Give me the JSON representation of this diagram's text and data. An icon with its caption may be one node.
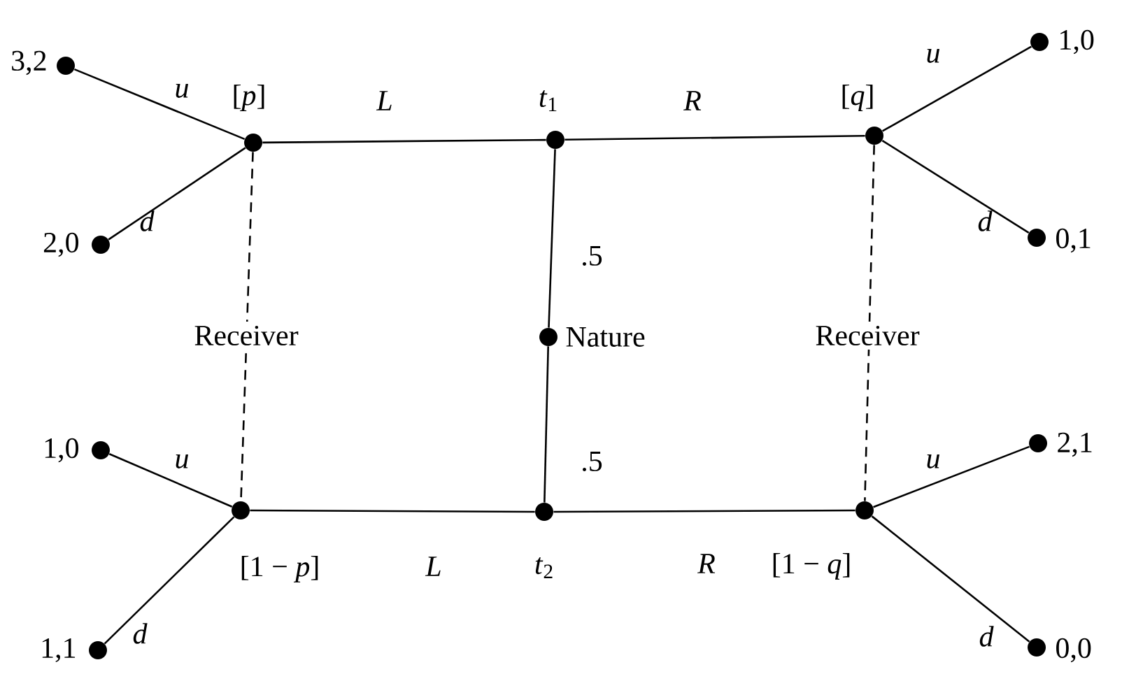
{
  "diagram": {
    "nodes": [
      {
        "text": [],
        "shape": "circle",
        "beside": [
          "[*p*]"
        ]
      },
      {
        "text": [],
        "shape": "circle",
        "beside": [
          "*t*$_{1}$"
        ]
      },
      {
        "text": [],
        "shape": "circle",
        "beside": [
          "[*q*]"
        ]
      },
      {
        "text": [],
        "shape": "circle",
        "beside": [
          "Nature"
        ]
      },
      {
        "text": [],
        "shape": "circle",
        "beside": [
          "[1 − *p*]"
        ]
      },
      {
        "text": [],
        "shape": "circle",
        "beside": [
          "*t*$_{2}$"
        ]
      },
      {
        "text": [],
        "shape": "circle",
        "beside": [
          "[1 − *q*]"
        ]
      },
      {
        "text": [],
        "shape": "circle",
        "beside": [
          "3,2"
        ]
      },
      {
        "text": [],
        "shape": "circle",
        "beside": [
          "2,0"
        ]
      },
      {
        "text": [],
        "shape": "circle",
        "beside": [
          "1,0"
        ]
      },
      {
        "text": [],
        "shape": "circle",
        "beside": [
          "0,1"
        ]
      },
      {
        "text": [],
        "shape": "circle",
        "beside": [
          "1,0"
        ]
      },
      {
        "text": [],
        "shape": "circle",
        "beside": [
          "1,1"
        ]
      },
      {
        "text": [],
        "shape": "circle",
        "beside": [
          "2,1"
        ]
      },
      {
        "text": [],
        "shape": "circle",
        "beside": [
          "0,0"
        ]
      }
    ],
    "edges": [
      {
        "from": 1,
        "to": 0,
        "arrow": "none",
        "label": "L"
      },
      {
        "from": 1,
        "to": 2,
        "arrow": "none",
        "label": "R"
      },
      {
        "from": 3,
        "to": 1,
        "arrow": "none",
        "label": ".5"
      },
      {
        "from": 3,
        "to": 5,
        "arrow": "none",
        "label": ".5"
      },
      {
        "from": 5,
        "to": 4,
        "arrow": "none",
        "label": "L"
      },
      {
        "from": 5,
        "to": 6,
        "arrow": "none",
        "label": "R"
      },
      {
        "from": 0,
        "to": 7,
        "arrow": "none",
        "label": "u"
      },
      {
        "from": 0,
        "to": 8,
        "arrow": "none",
        "label": "d"
      },
      {
        "from": 2,
        "to": 9,
        "arrow": "none",
        "label": "u"
      },
      {
        "from": 2,
        "to": 10,
        "arrow": "none",
        "label": "d"
      },
      {
        "from": 4,
        "to": 11,
        "arrow": "none",
        "label": "u"
      },
      {
        "from": 4,
        "to": 12,
        "arrow": "none",
        "label": "d"
      },
      {
        "from": 6,
        "to": 13,
        "arrow": "none",
        "label": "u"
      },
      {
        "from": 6,
        "to": 14,
        "arrow": "none",
        "label": "d"
      },
      {
        "from": 0,
        "to": 4,
        "arrow": "none",
        "label": "Receiver",
        "style": "dashed"
      },
      {
        "from": 2,
        "to": 6,
        "arrow": "none",
        "label": "Receiver",
        "style": "dashed"
      }
    ]
  }
}
